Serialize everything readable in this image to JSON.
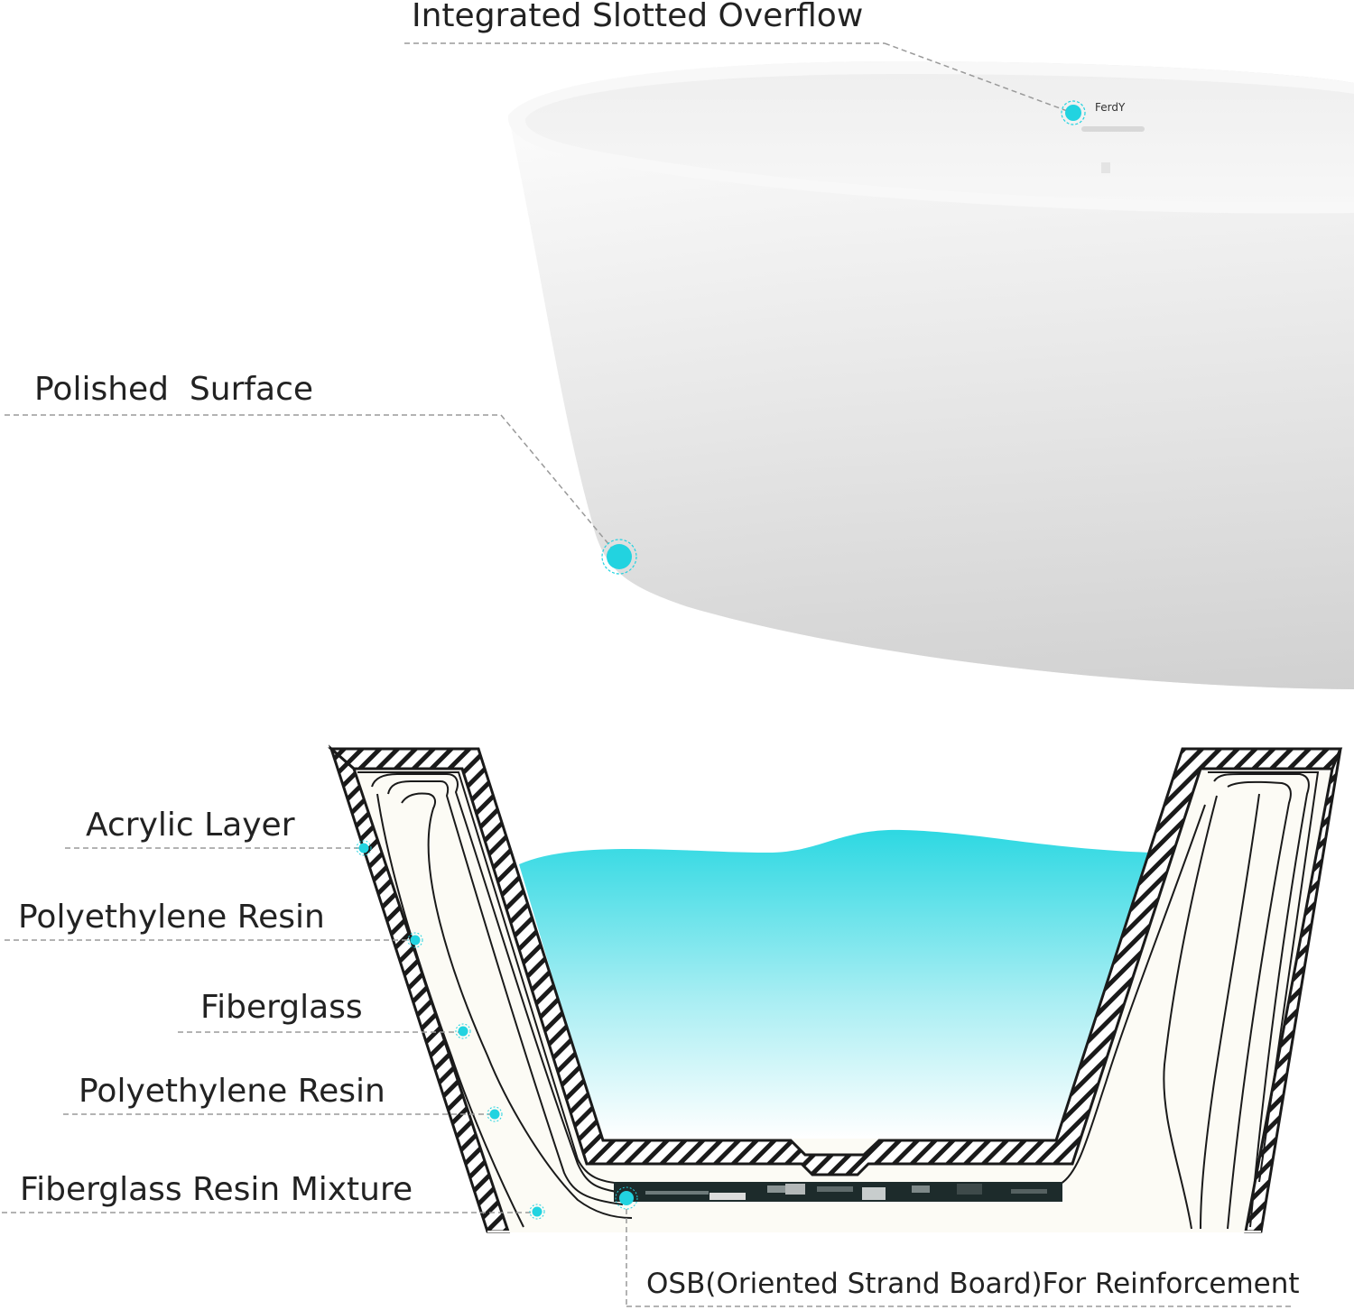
{
  "brand": "FerdY",
  "callouts": {
    "overflow": "Integrated Slotted Overflow",
    "surface": "Polished  Surface"
  },
  "layers": {
    "acrylic": "Acrylic Layer",
    "polyethylene_resin_1": "Polyethylene Resin",
    "fiberglass": "Fiberglass",
    "polyethylene_resin_2": "Polyethylene Resin",
    "fiberglass_resin_mixture": "Fiberglass Resin Mixture",
    "osb": "OSB(Oriented Strand Board)For Reinforcement"
  },
  "colors": {
    "accent": "#22D3E0",
    "water_top": "#2FD9E3",
    "leader_line": "#9A9A9A",
    "text": "#222222",
    "tub_white": "#F7F7F7",
    "tub_shadow": "#CFCFCF"
  }
}
